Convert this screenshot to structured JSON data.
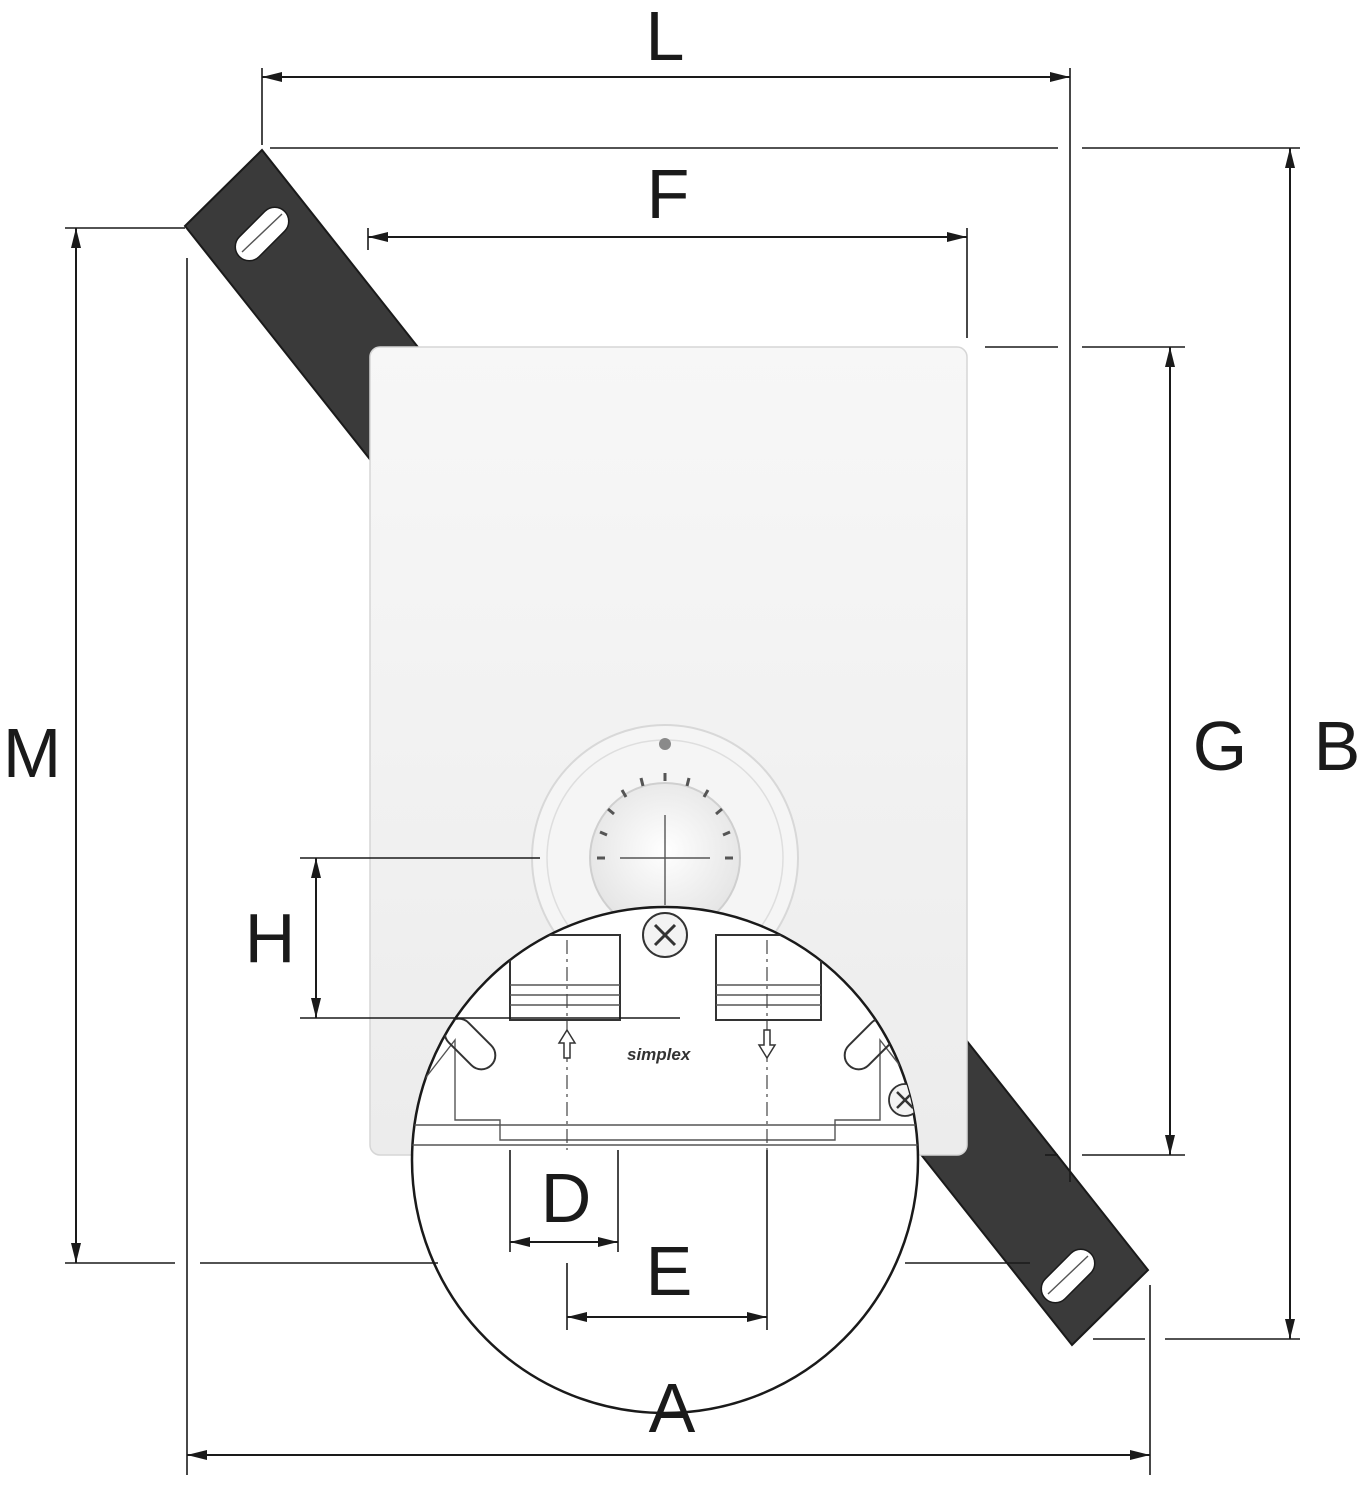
{
  "labels": {
    "L": "L",
    "F": "F",
    "M": "M",
    "G": "G",
    "B": "B",
    "H": "H",
    "D": "D",
    "E": "E",
    "A": "A"
  },
  "brand_text": "simplex",
  "colors": {
    "line": "#1a1a1a",
    "bracket": "#3a3a3a",
    "cover": "#f4f4f4",
    "background": "#ffffff"
  },
  "icons": [
    "mounting-bracket-icon",
    "thermostat-knob-icon",
    "screw-icon",
    "flow-arrow-up-icon",
    "flow-arrow-down-icon"
  ]
}
